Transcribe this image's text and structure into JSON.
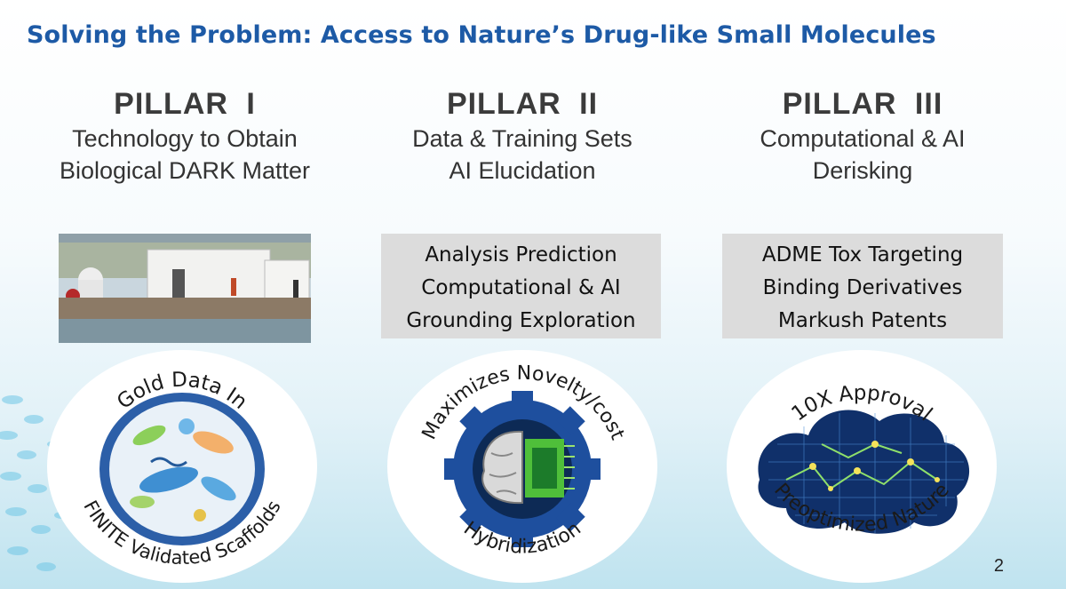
{
  "title": "Solving the Problem: Access to Nature’s Drug-like Small Molecules",
  "pillars": [
    {
      "name": "PILLAR  I",
      "desc1": "Technology to Obtain",
      "desc2": "Biological DARK Matter"
    },
    {
      "name": "PILLAR  II",
      "desc1": "Data & Training Sets",
      "desc2": "AI Elucidation",
      "box": [
        "Analysis Prediction",
        "Computational & AI",
        "Grounding Exploration"
      ]
    },
    {
      "name": "PILLAR  III",
      "desc1": "Computational & AI",
      "desc2": "Derisking",
      "box": [
        "ADME Tox Targeting",
        "Binding Derivatives",
        "Markush Patents"
      ]
    }
  ],
  "badges": [
    {
      "top": "Gold Data In",
      "bottom": "FINITE Validated Scaffolds"
    },
    {
      "top": "Maximizes Novelty/cost",
      "bottom": "Hybridization"
    },
    {
      "top": "10X Approval",
      "bottom": "Preoptimized Nature"
    }
  ],
  "page_number": "2",
  "colors": {
    "title": "#1d5aa6",
    "gear": "#1e4f9e",
    "dna_blue": "#2a9fd6",
    "circuit_green": "#4fbf3a"
  }
}
